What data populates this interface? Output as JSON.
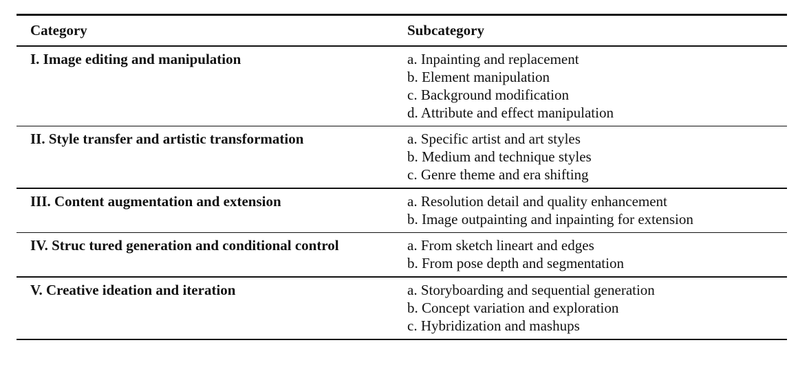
{
  "table": {
    "headers": {
      "category": "Category",
      "subcategory": "Subcategory"
    },
    "rows": [
      {
        "category": "I. Image editing and manipulation",
        "subcategories": [
          "a. Inpainting and replacement",
          "b. Element manipulation",
          "c. Background modification",
          "d. Attribute and effect manipulation"
        ]
      },
      {
        "category": "II. Style transfer and artistic transformation",
        "subcategories": [
          "a. Specific artist and art styles",
          "b. Medium and technique styles",
          "c. Genre theme and era shifting"
        ]
      },
      {
        "category": "III. Content augmentation and extension",
        "subcategories": [
          "a. Resolution detail and quality enhancement",
          "b. Image outpainting and inpainting for extension"
        ]
      },
      {
        "category": "IV. Struc tured generation and conditional control",
        "subcategories": [
          "a. From sketch lineart and edges",
          "b. From pose depth and segmentation"
        ]
      },
      {
        "category": "V. Creative ideation and iteration",
        "subcategories": [
          "a. Storyboarding and sequential generation",
          "b. Concept variation and exploration",
          "c. Hybridization and mashups"
        ]
      }
    ]
  }
}
